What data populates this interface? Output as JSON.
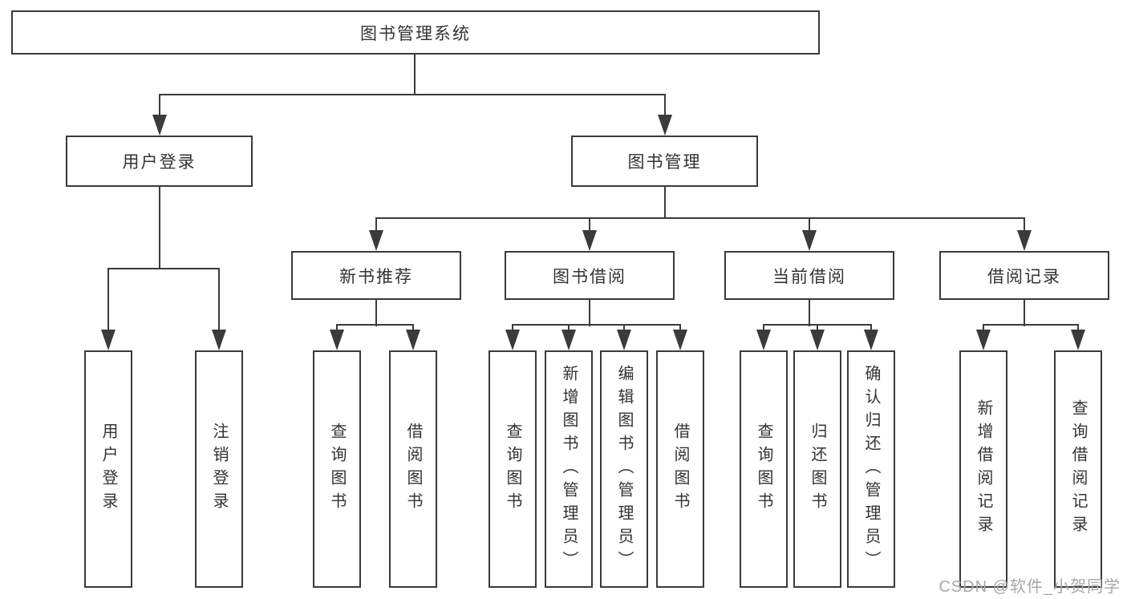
{
  "diagram": {
    "type": "hierarchy-tree",
    "tree": {
      "root_label": "图书管理系统",
      "branches": [
        {
          "label": "用户登录",
          "children": [
            "用户登录",
            "注销登录"
          ]
        },
        {
          "label": "图书管理",
          "sections": [
            {
              "label": "新书推荐",
              "children": [
                "查询图书",
                "借阅图书"
              ]
            },
            {
              "label": "图书借阅",
              "children": [
                "查询图书",
                "新增图书（管理员）",
                "编辑图书（管理员）",
                "借阅图书"
              ]
            },
            {
              "label": "当前借阅",
              "children": [
                "查询图书",
                "归还图书",
                "确认归还（管理员）"
              ]
            },
            {
              "label": "借阅记录",
              "children": [
                "新增借阅记录",
                "查询借阅记录"
              ]
            }
          ]
        }
      ]
    }
  },
  "watermark": {
    "text": "CSDN @软件_小贺同学"
  },
  "colors": {
    "line": "#3b3b3b",
    "box_border": "#3a3a3a",
    "box_fill": "#ffffff",
    "text": "#333333",
    "watermark": "#a8a8a8",
    "background": "#ffffff"
  }
}
